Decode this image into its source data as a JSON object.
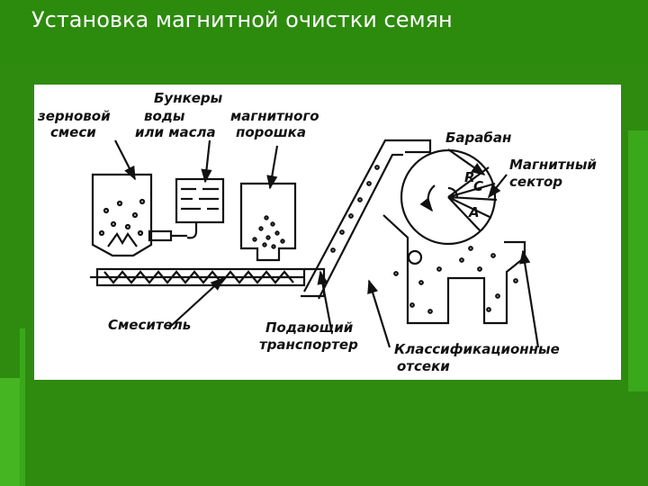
{
  "slide": {
    "title": "Установка магнитной очистки семян"
  },
  "diagram": {
    "labels": {
      "bunkers": "Бункеры",
      "grain_mix_1": "зерновой",
      "grain_mix_2": "смеси",
      "water_oil_1": "воды",
      "water_oil_2": "или масла",
      "magnetic_powder_1": "магнитного",
      "magnetic_powder_2": "порошка",
      "drum": "Барабан",
      "magnetic_sector_1": "Магнитный",
      "magnetic_sector_2": "сектор",
      "mixer": "Смеситель",
      "feed_conveyor_1": "Подающий",
      "feed_conveyor_2": "транспортер",
      "classification_1": "Классификационные",
      "classification_2": "отсеки"
    },
    "drum_marks": {
      "sector_r": "R",
      "sector_c": "C",
      "sector_a": "A"
    }
  }
}
